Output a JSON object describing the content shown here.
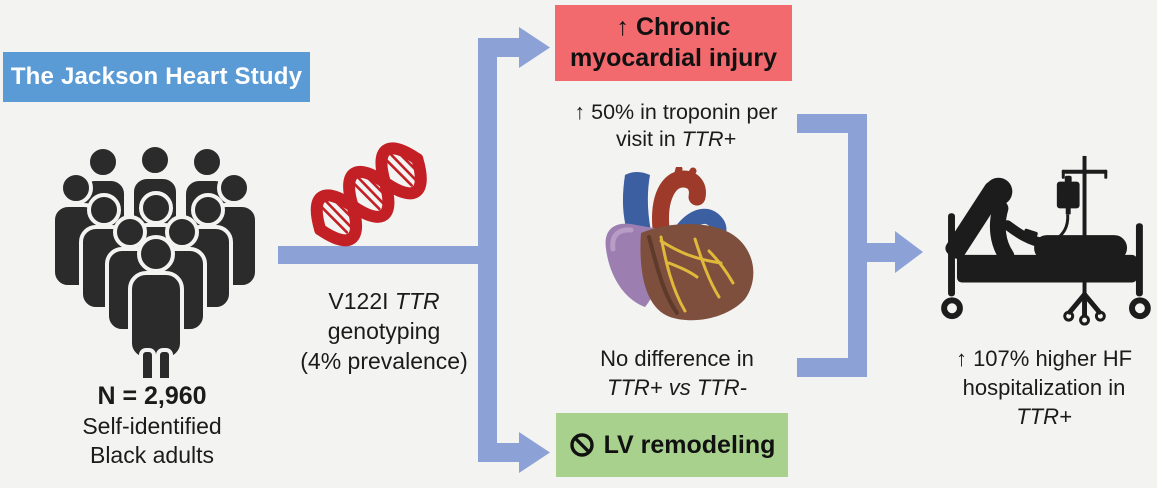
{
  "colors": {
    "background": "#f3f3f2",
    "title_box_blue": "#5b9bd5",
    "arrow_blue": "#8ca2d6",
    "injury_box_red": "#f2696e",
    "remodeling_box_green": "#a9d18e",
    "dna_red": "#c32026",
    "pictogram_black": "#1c1c1c"
  },
  "study": {
    "title": "The Jackson Heart Study",
    "n_label": "N = 2,960",
    "population_line1": "Self-identified",
    "population_line2": "Black adults"
  },
  "exposure": {
    "line1_text": "V122I",
    "line1_gene": "TTR",
    "line2": "genotyping",
    "line3": "(4% prevalence)"
  },
  "outcome_injury": {
    "box_line1": "↑ Chronic",
    "box_line2": "myocardial injury",
    "finding_line1": "↑ 50% in troponin per",
    "finding_line2_text": "visit in",
    "finding_line2_gene": "TTR+"
  },
  "outcome_remodeling": {
    "finding_line1": "No difference in",
    "finding_line2": "TTR+ vs TTR-",
    "box_label": "LV remodeling"
  },
  "result": {
    "line1": "↑ 107% higher HF",
    "line2": "hospitalization in",
    "line3": "TTR+"
  },
  "icons": {
    "crowd": "crowd-of-people",
    "dna": "dna-double-helix",
    "heart": "anatomical-heart",
    "prohibition": "no-symbol",
    "hospital_bed": "patient-in-hospital-bed-with-iv"
  }
}
